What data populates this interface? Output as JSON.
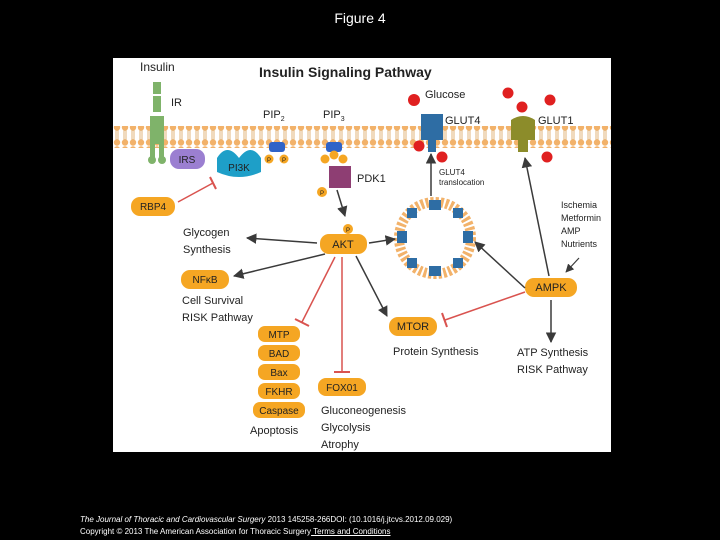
{
  "slide": {
    "title": "Figure 4"
  },
  "diagram": {
    "title": "Insulin Signaling Pathway",
    "labels": {
      "insulin": "Insulin",
      "ir": "IR",
      "pip2_base": "PIP",
      "pip2_sub": "2",
      "pip3_base": "PIP",
      "pip3_sub": "3",
      "glucose": "Glucose",
      "glut4": "GLUT4",
      "glut1": "GLUT1",
      "irs": "IRS",
      "pi3k": "PI3K",
      "pdk1": "PDK1",
      "p": "P",
      "glut4_translocation_1": "GLUT4",
      "glut4_translocation_2": "translocation",
      "rbp4": "RBP4",
      "glycogen_1": "Glycogen",
      "glycogen_2": "Synthesis",
      "akt": "AKT",
      "nfkb": "NFκB",
      "cell_survival_1": "Cell Survival",
      "cell_survival_2": "RISK Pathway",
      "mtp": "MTP",
      "bad": "BAD",
      "bax": "Bax",
      "fkhr": "FKHR",
      "caspase": "Caspase",
      "apoptosis": "Apoptosis",
      "fox01": "FOX01",
      "gluconeogenesis": "Gluconeogenesis",
      "glycolysis": "Glycolysis",
      "atrophy": "Atrophy",
      "mtor": "MTOR",
      "protein_synthesis": "Protein Synthesis",
      "ampk": "AMPK",
      "atp_1": "ATP Synthesis",
      "atp_2": "RISK Pathway",
      "ischemia": "Ischemia",
      "metformin": "Metformin",
      "amp": "AMP",
      "nutrients": "Nutrients"
    },
    "colors": {
      "node_orange": "#F5A623",
      "irs_purple": "#9B7FD1",
      "pi3k_teal": "#1E9FC8",
      "pdk1_plum": "#8E3E73",
      "membrane_orange": "#F2B26A",
      "glucose_red": "#E02020",
      "glut4_blue": "#2E6DA4",
      "glut1_olive": "#8C8C2A",
      "insulin_green": "#7FB36A",
      "arrow_dark": "#3a3a3a",
      "inhibit_red": "#D9534F"
    }
  },
  "caption": {
    "line1_journal": "The Journal of Thoracic and Cardiovascular Surgery",
    "line1_rest": " 2013 145258-266DOI: (10.1016/j.jtcvs.2012.09.029)",
    "line2_text": "Copyright © 2013 The American Association for Thoracic Surgery",
    "line2_link": " Terms and Conditions"
  }
}
